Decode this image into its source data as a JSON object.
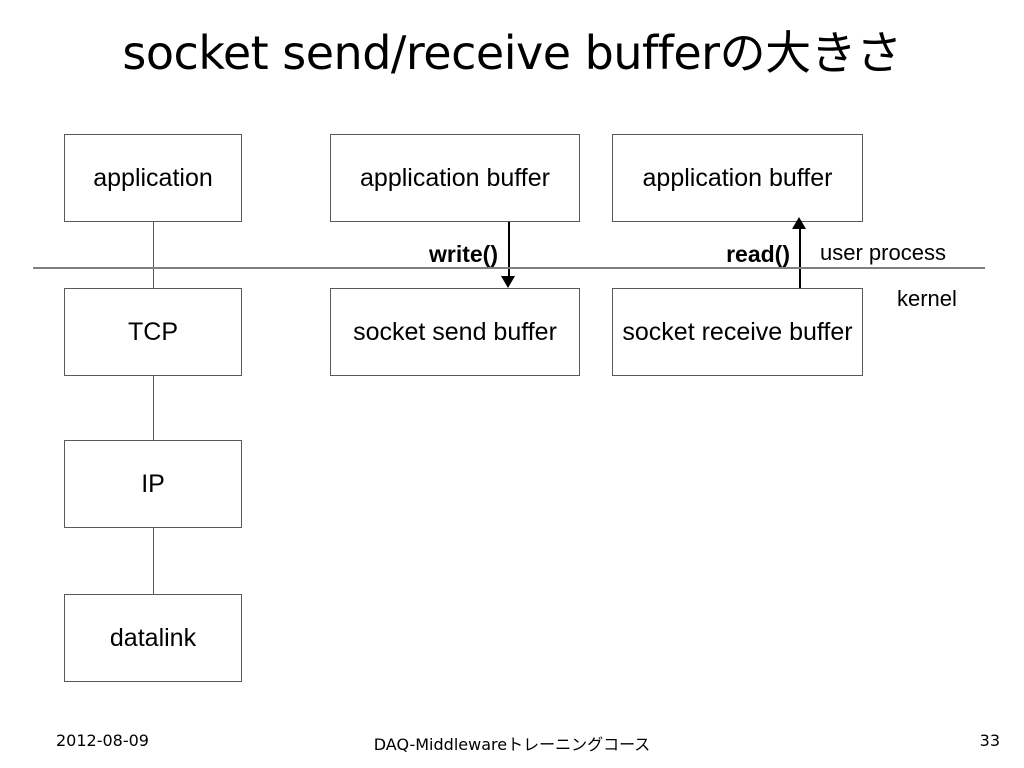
{
  "slide": {
    "title": "socket send/receive bufferの大きさ"
  },
  "diagram": {
    "left_stack": [
      {
        "id": "application",
        "label": "application"
      },
      {
        "id": "tcp",
        "label": "TCP"
      },
      {
        "id": "ip",
        "label": "IP"
      },
      {
        "id": "datalink",
        "label": "datalink"
      }
    ],
    "send_column": {
      "user_box": "application buffer",
      "kernel_box": "socket send buffer",
      "call_label": "write()",
      "arrow_direction": "down"
    },
    "receive_column": {
      "user_box": "application buffer",
      "kernel_box": "socket receive buffer",
      "call_label": "read()",
      "arrow_direction": "up"
    },
    "regions": {
      "upper_label": "user process",
      "lower_label": "kernel"
    },
    "colors": {
      "box_border": "#595959",
      "divider": "#808080",
      "arrow": "#000000",
      "text": "#000000",
      "background": "#ffffff"
    }
  },
  "footer": {
    "date": "2012-08-09",
    "course": "DAQ-Middlewareトレーニングコース",
    "page_number": "33"
  }
}
